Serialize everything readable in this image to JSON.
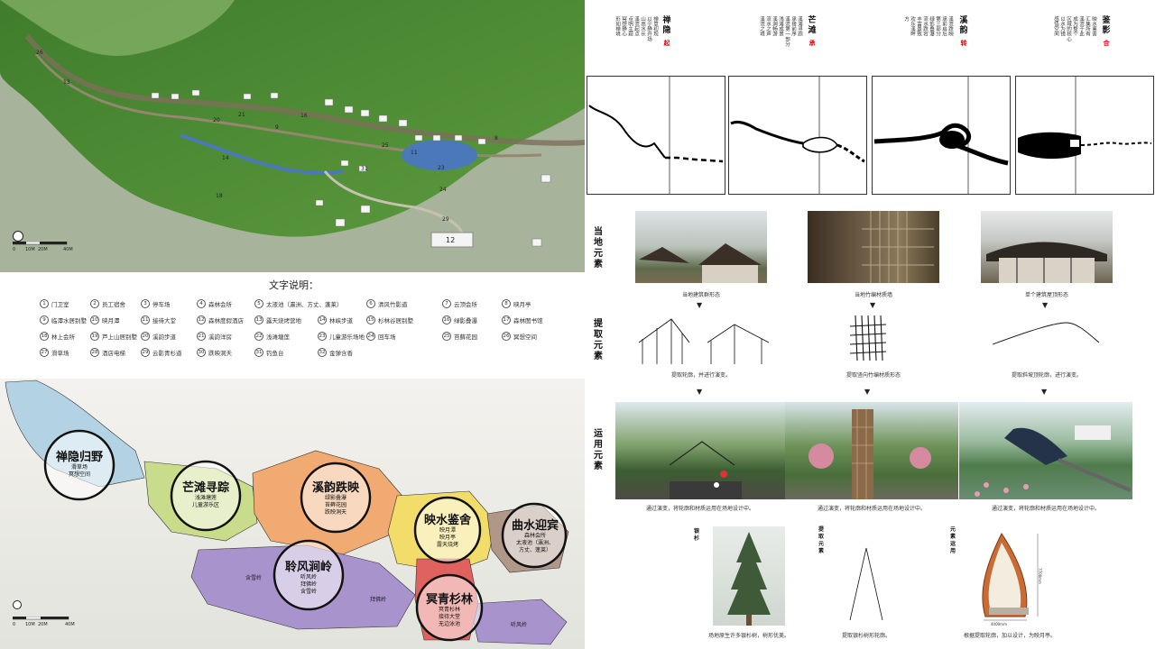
{
  "legend": {
    "title": "文字说明：",
    "items": [
      {
        "n": "1",
        "t": "门卫室"
      },
      {
        "n": "2",
        "t": "员工宿舍"
      },
      {
        "n": "3",
        "t": "停车场"
      },
      {
        "n": "4",
        "t": "森林会所"
      },
      {
        "n": "5",
        "t": "太液池（瀛洲、方丈、蓬莱）"
      },
      {
        "n": "6",
        "t": "清风竹影道"
      },
      {
        "n": "7",
        "t": "云顶会所"
      },
      {
        "n": "8",
        "t": "映月亭"
      },
      {
        "n": "9",
        "t": "临潭水居别墅"
      },
      {
        "n": "10",
        "t": "映月潭"
      },
      {
        "n": "11",
        "t": "接待大堂"
      },
      {
        "n": "12",
        "t": "森林度假酒店"
      },
      {
        "n": "13",
        "t": "露天烧烤营地"
      },
      {
        "n": "14",
        "t": "林峡步道"
      },
      {
        "n": "15",
        "t": "杉林谷居别墅"
      },
      {
        "n": "16",
        "t": "绿影叠瀑"
      },
      {
        "n": "17",
        "t": "森林图书馆"
      },
      {
        "n": "18",
        "t": "林上会所"
      },
      {
        "n": "19",
        "t": "芦上山居别墅"
      },
      {
        "n": "20",
        "t": "溪韵步道"
      },
      {
        "n": "21",
        "t": "溪韵洋房"
      },
      {
        "n": "22",
        "t": "浅滩塘莲"
      },
      {
        "n": "23",
        "t": "儿童游乐场地"
      },
      {
        "n": "24",
        "t": "回车场"
      },
      {
        "n": "25",
        "t": "苔藓花园"
      },
      {
        "n": "26",
        "t": "冥想空间"
      },
      {
        "n": "27",
        "t": "滑草场"
      },
      {
        "n": "28",
        "t": "酒店电梯"
      },
      {
        "n": "29",
        "t": "云影青杉道"
      },
      {
        "n": "30",
        "t": "跌映洞天"
      },
      {
        "n": "31",
        "t": "钓鱼台"
      },
      {
        "n": "32",
        "t": "金弹含香"
      }
    ]
  },
  "masterplan": {
    "markers": [
      "26",
      "16",
      "12",
      "18",
      "13",
      "20",
      "11",
      "24",
      "9",
      "14",
      "8",
      "23",
      "29",
      "25",
      "31",
      "21"
    ],
    "scale": {
      "s0": "0",
      "s1": "10M",
      "s2": "20M",
      "s3": "40M"
    }
  },
  "zones": [
    {
      "name": "禅隐归野",
      "sub": [
        "滑草场",
        "冥想空间"
      ],
      "color": "#b3d3e4"
    },
    {
      "name": "芒滩寻踪",
      "sub": [
        "浅滩塘莲",
        "儿童游乐区"
      ],
      "color": "#c9dc8c"
    },
    {
      "name": "溪韵跌映",
      "sub": [
        "绿影叠瀑",
        "苔藓花园",
        "跌映洞天"
      ],
      "color": "#f0aa72"
    },
    {
      "name": "映水鉴舍",
      "sub": [
        "映月潭",
        "映月亭",
        "露天烧烤"
      ],
      "color": "#f3dd6a"
    },
    {
      "name": "曲水迎宾",
      "sub": [
        "森林会所",
        "太液池（瀛洲、",
        "方丈、蓬莱）"
      ],
      "color": "#b09787"
    },
    {
      "name": "聆风涧岭",
      "sub": [
        "听风岭",
        "拜佛岭",
        "含雪岭"
      ],
      "color": "#a993cd"
    },
    {
      "name": "冥青杉林",
      "sub": [
        "冥青杉林",
        "接待大堂",
        "无边泳池"
      ],
      "color": "#e0625e"
    }
  ],
  "ridges": [
    "含雪岭",
    "拜佛岭",
    "听风岭"
  ],
  "zone_scale": {
    "s0": "0",
    "s1": "10M",
    "s2": "20M",
    "s3": "40M"
  },
  "columns": [
    {
      "title": "禅隐",
      "tag": "起",
      "text": [
        "禅意初现",
        "以宁静开场",
        "山高水长",
        "溪流起点",
        "点明主题",
        "冥想静心",
        "形如禅境"
      ]
    },
    {
      "title": "芒滩",
      "tag": "承",
      "text": [
        "溪滩寻踪",
        "承接前序",
        "溪流第一部分",
        "浅滩成景",
        "溪涧畅游",
        "流水之声",
        "溪流之境"
      ]
    },
    {
      "title": "溪韵",
      "tag": "转",
      "text": [
        "溪流跌映",
        "承前启后",
        "第三部分",
        "绿影叠瀑",
        "流水跌宕",
        "丰富景致",
        "欢乐溪畔",
        "方"
      ]
    },
    {
      "title": "鉴影",
      "tag": "合",
      "text": [
        "映水鉴舍",
        "汇集所有",
        "溪流于此",
        "成为整个",
        "区域的核心",
        "以水为镜",
        "感悟空间"
      ]
    }
  ],
  "rows": {
    "local": "当地元素",
    "extract": "提取元素",
    "apply": "运用元素"
  },
  "local_captions": [
    "当地建筑群形态",
    "当地竹编材质墙",
    "单个建筑屋顶形态"
  ],
  "extract_captions": [
    "提取轮廓，并进行演变。",
    "提取竖向竹编材质形态",
    "提取斜坡顶轮廓，进行演变。"
  ],
  "apply_captions": [
    "通过演变，将轮廓和材质运用在场地设计中。",
    "通过演变，将轮廓和材质运用在场地设计中。",
    "通过演变，将轮廓和材质运用在场地设计中。"
  ],
  "bottom": {
    "label1": "银杉",
    "label2": "提取元素",
    "label3": "元素运用",
    "cap1": "场地原生许多银杉树，树形优美。",
    "cap2": "提取银杉树形轮廓。",
    "cap3": "根据提取轮廓，加以设计，为映月亭。",
    "dim_w": "4000mm",
    "dim_h": "7700mm"
  },
  "colors": {
    "red_tag": "#d00000",
    "ink": "#111111",
    "panel_border": "#333333"
  }
}
